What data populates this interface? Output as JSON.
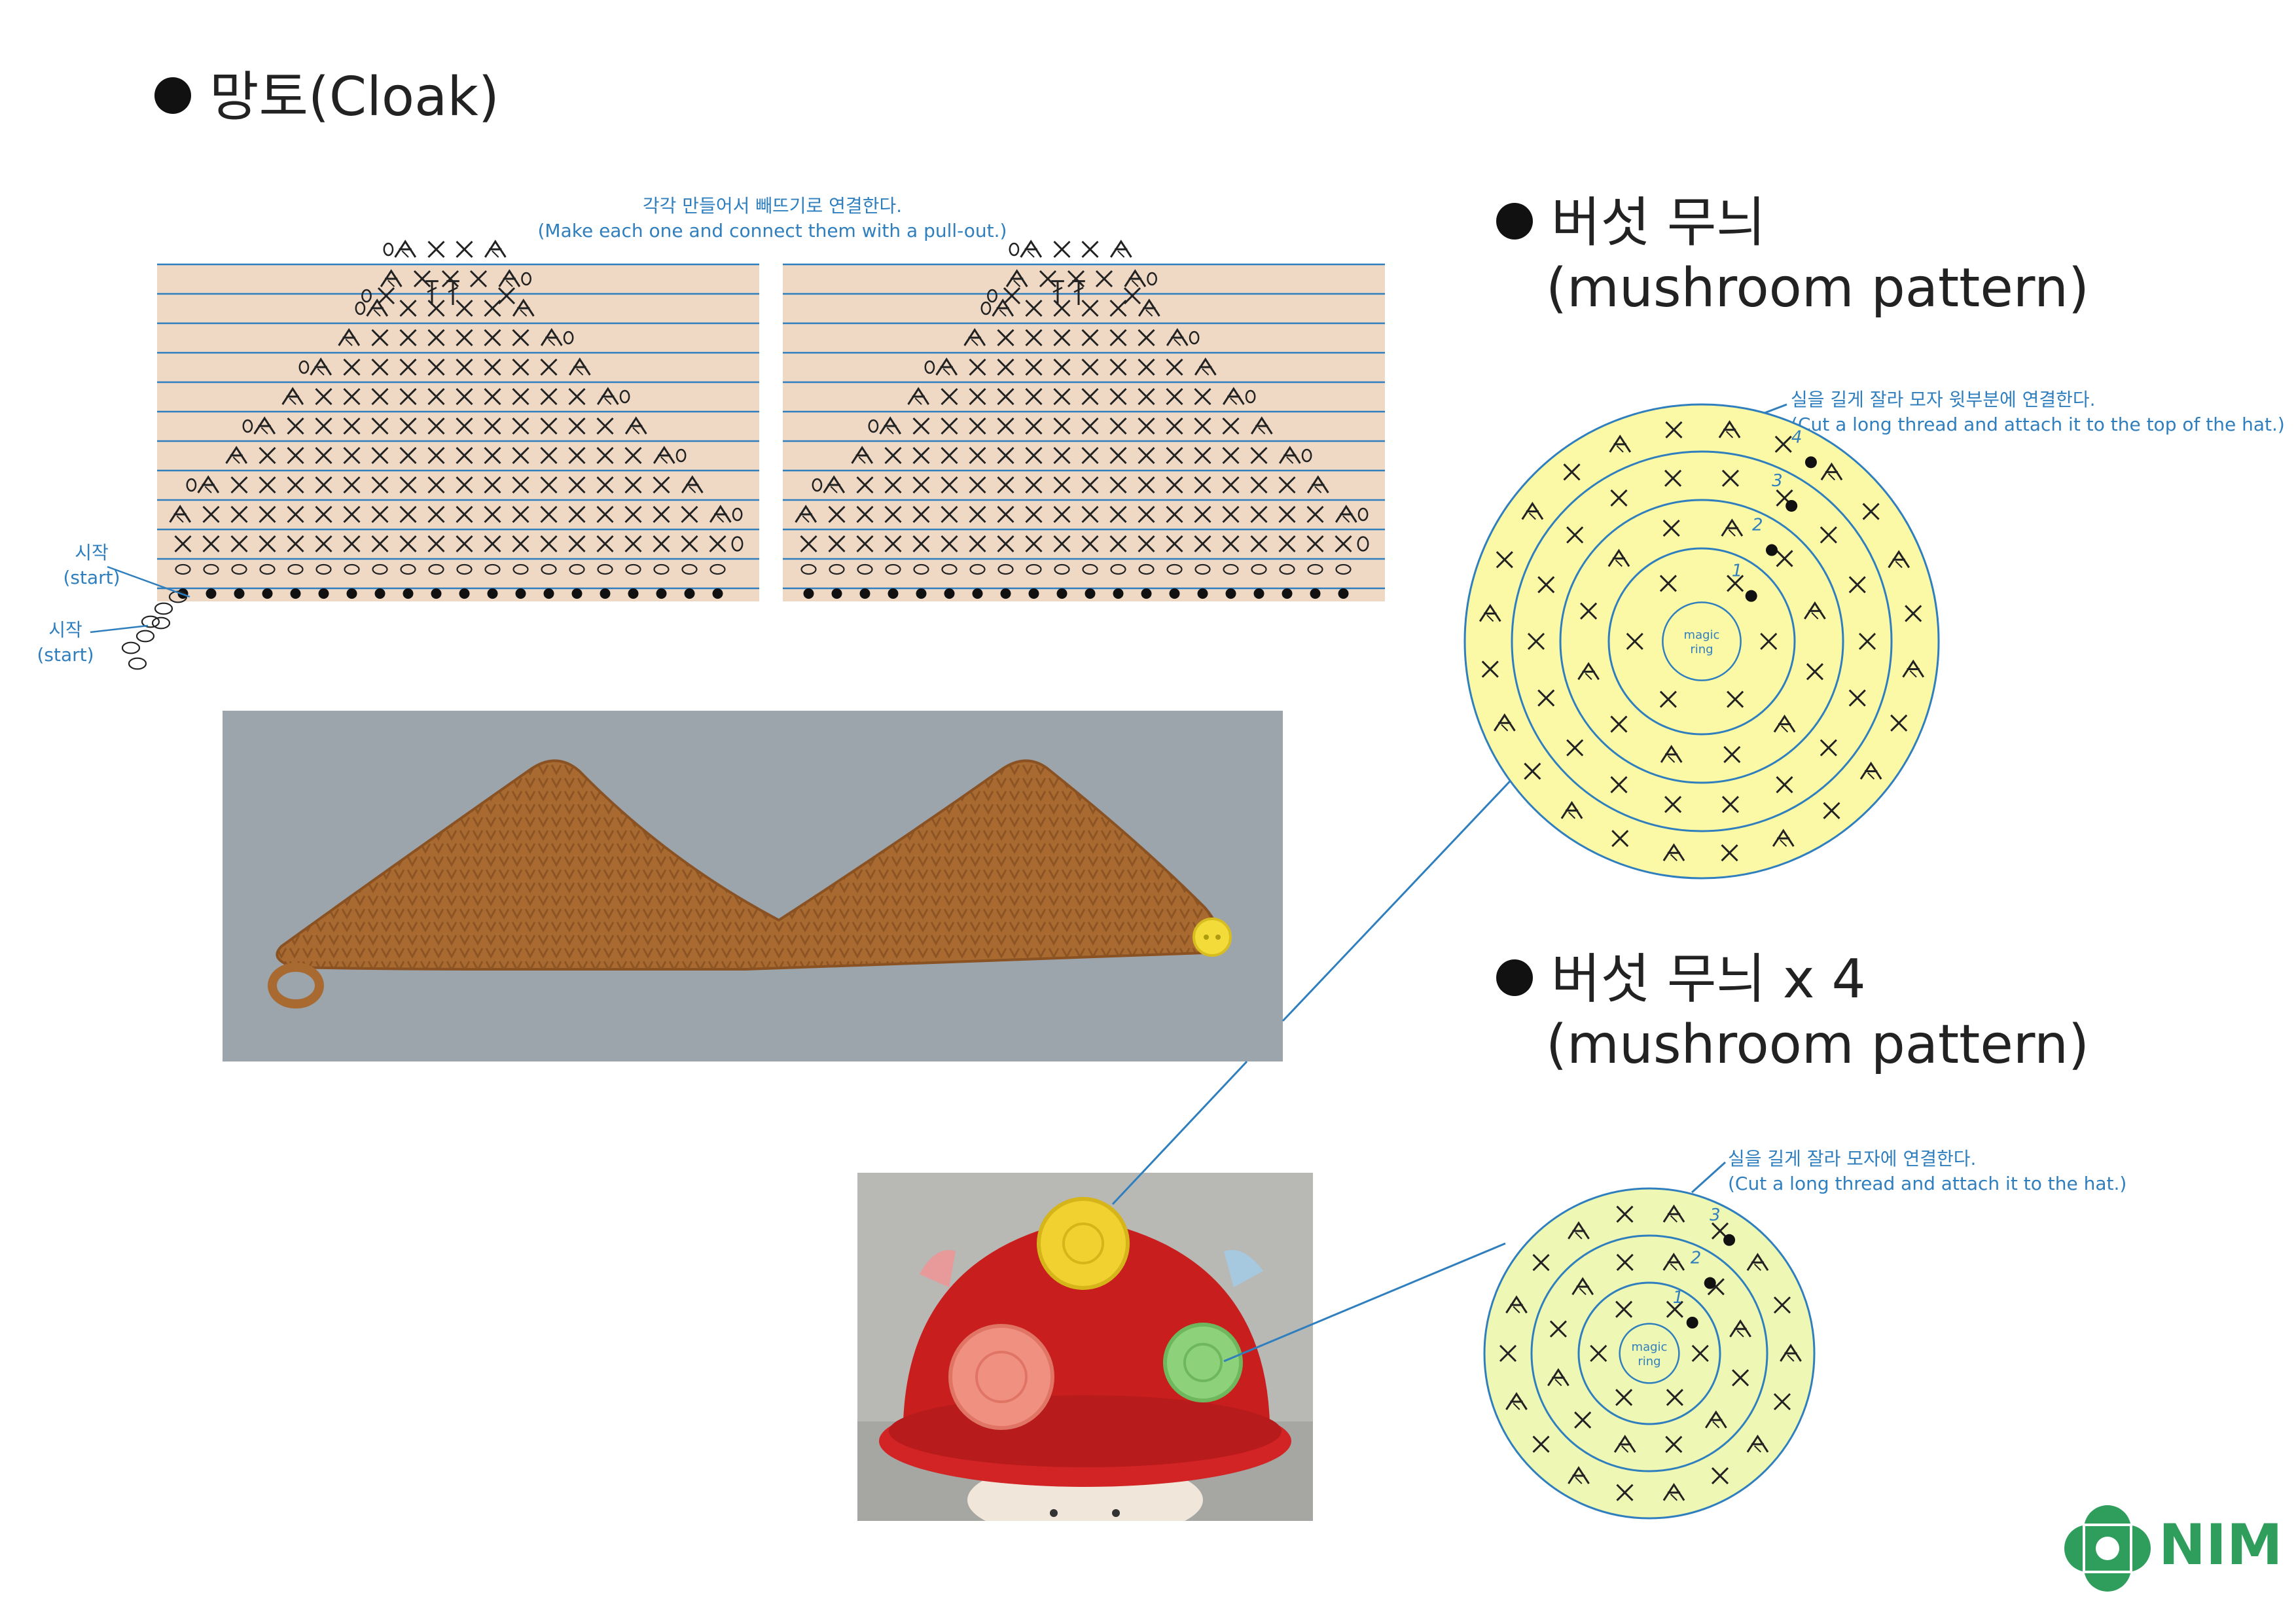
{
  "cloak": {
    "title": "망토(Cloak)",
    "note_ko": "각각 만들어서 빼뜨기로 연결한다.",
    "note_en": "(Make each one and connect them with a pull-out.)",
    "start_label_ko": "시작",
    "start_label_en": "(start)"
  },
  "mushroom1": {
    "title_ko": "버섯 무늬",
    "title_en": "(mushroom pattern)",
    "note_ko": "실을 길게 잘라 모자 윗부분에 연결한다.",
    "note_en": "(Cut a long thread and attach it to the top of the hat.)",
    "center_label_1": "magic",
    "center_label_2": "ring",
    "rounds": [
      "1",
      "2",
      "3",
      "4"
    ]
  },
  "mushroom2": {
    "title_ko": "버섯 무늬 x 4",
    "title_en": "(mushroom pattern)",
    "note_ko": "실을 길게 잘라 모자에 연결한다.",
    "note_en": "(Cut a long thread and attach it to the hat.)",
    "center_label_1": "magic",
    "center_label_2": "ring",
    "rounds": [
      "1",
      "2",
      "3"
    ]
  },
  "logo": {
    "text": "NIM"
  },
  "colors": {
    "chart_bg": "#efd9c5",
    "chart_line": "#2f7fbf",
    "annotation": "#2f7fbf",
    "circle_fill_1": "#fbf8a6",
    "circle_fill_2": "#eef7b4",
    "logo_green": "#2f9e5c",
    "cloak_brown": "#a4652d",
    "hat_red": "#cc1f1f",
    "photo_bg": "#9aa2aa"
  },
  "icons": [
    "bullet-dot-icon",
    "crochet-sc-icon",
    "crochet-inc-icon",
    "crochet-dc-icon",
    "chain-icon",
    "nim-logo-icon"
  ]
}
